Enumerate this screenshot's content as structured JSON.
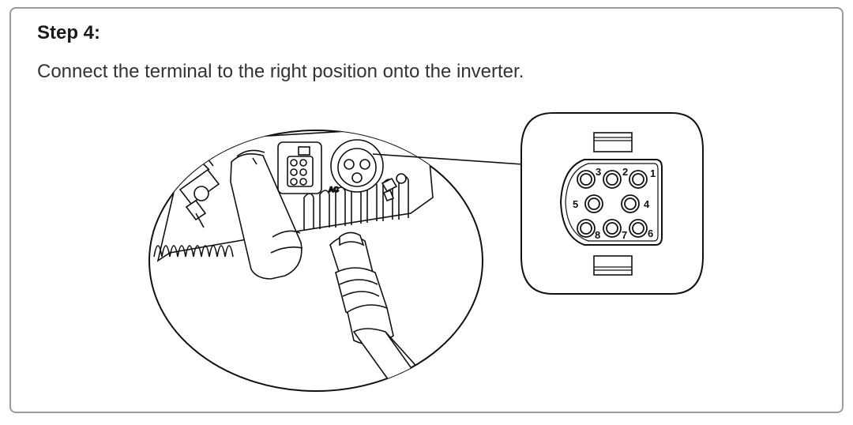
{
  "step": {
    "title": "Step 4:",
    "instruction": "Connect the terminal to the right position onto the inverter."
  },
  "inverter": {
    "port_label": "AC"
  },
  "connector_pins": [
    "1",
    "2",
    "3",
    "4",
    "5",
    "6",
    "7",
    "8"
  ]
}
